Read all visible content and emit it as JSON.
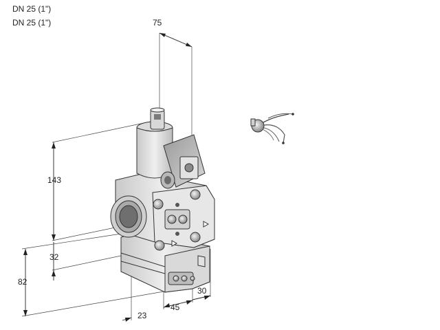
{
  "header": {
    "line1": "DN 25 (1\")",
    "line2": "DN 25 (1\")"
  },
  "dimensions": {
    "top_width": "75",
    "height_main": "143",
    "height_lower": "32",
    "height_bottom": "82",
    "depth_bottom": "23",
    "width_bottom": "45",
    "side_bottom": "30"
  }
}
